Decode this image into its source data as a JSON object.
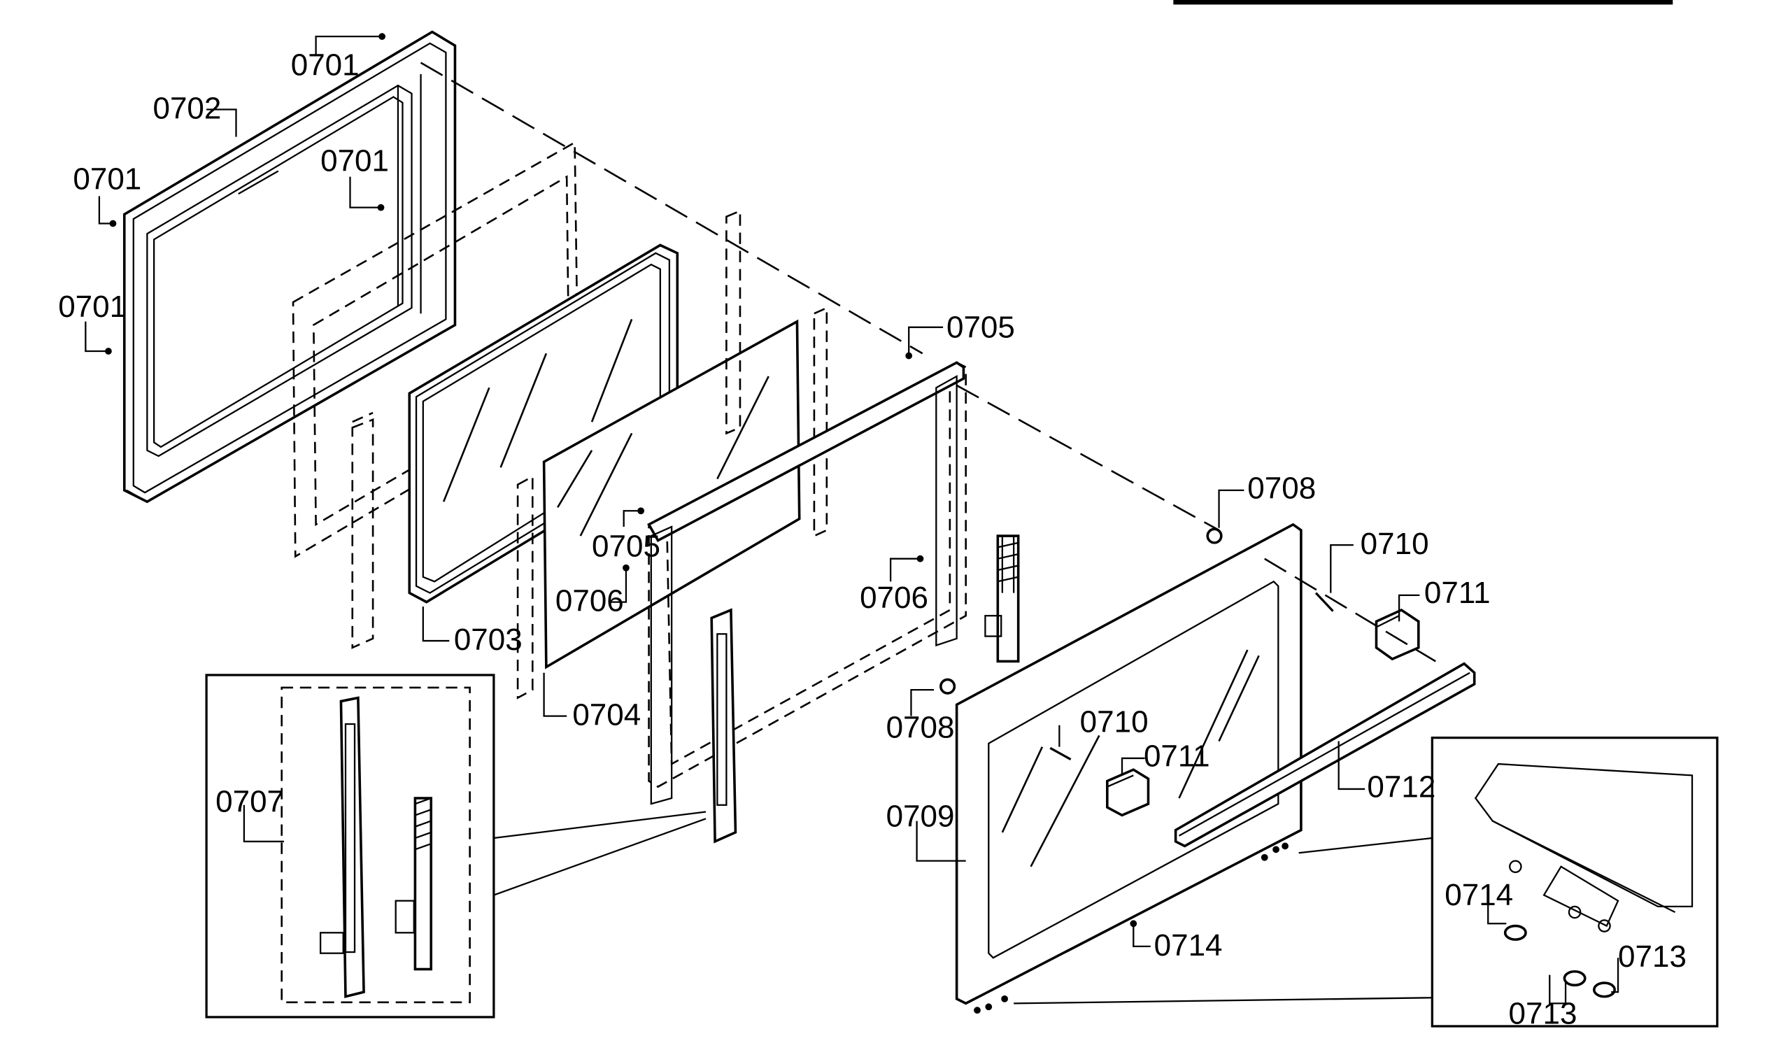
{
  "title_bar_text": "",
  "footer_code": "",
  "callouts": [
    {
      "id": "c0701a",
      "label": "0701"
    },
    {
      "id": "c0702",
      "label": "0702"
    },
    {
      "id": "c0701b",
      "label": "0701"
    },
    {
      "id": "c0701c",
      "label": "0701"
    },
    {
      "id": "c0701d",
      "label": "0701"
    },
    {
      "id": "c0703",
      "label": "0703"
    },
    {
      "id": "c0704",
      "label": "0704"
    },
    {
      "id": "c0705a",
      "label": "0705"
    },
    {
      "id": "c0705b",
      "label": "0705"
    },
    {
      "id": "c0706a",
      "label": "0706"
    },
    {
      "id": "c0706b",
      "label": "0706"
    },
    {
      "id": "c0707",
      "label": "0707"
    },
    {
      "id": "c0708a",
      "label": "0708"
    },
    {
      "id": "c0708b",
      "label": "0708"
    },
    {
      "id": "c0709",
      "label": "0709"
    },
    {
      "id": "c0710a",
      "label": "0710"
    },
    {
      "id": "c0710b",
      "label": "0710"
    },
    {
      "id": "c0711a",
      "label": "0711"
    },
    {
      "id": "c0711b",
      "label": "0711"
    },
    {
      "id": "c0712",
      "label": "0712"
    },
    {
      "id": "c0713a",
      "label": "0713"
    },
    {
      "id": "c0713b",
      "label": "0713"
    },
    {
      "id": "c0714a",
      "label": "0714"
    },
    {
      "id": "c0714b",
      "label": "0714"
    }
  ]
}
